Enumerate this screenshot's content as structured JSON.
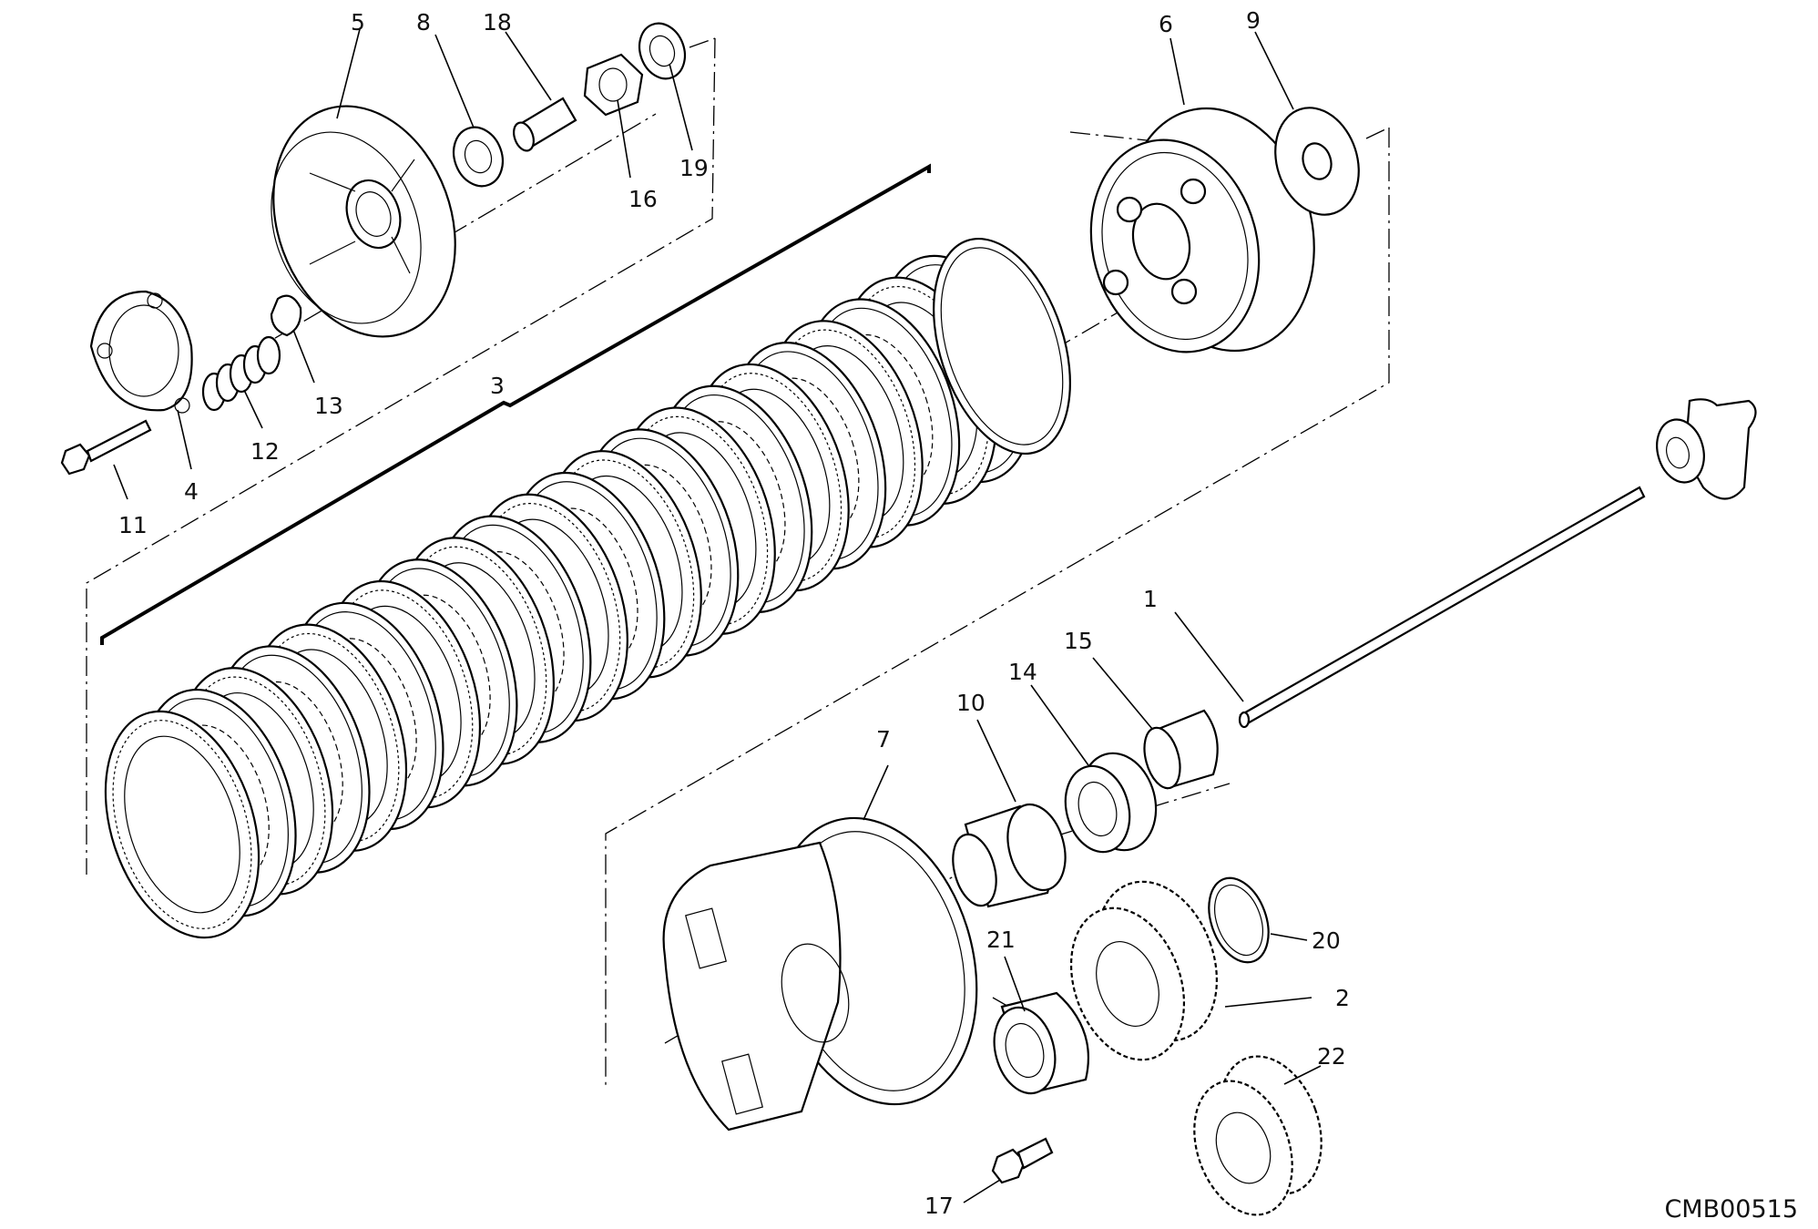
{
  "callouts": [
    "1",
    "2",
    "3",
    "4",
    "5",
    "6",
    "7",
    "8",
    "9",
    "10",
    "11",
    "12",
    "13",
    "14",
    "15",
    "16",
    "17",
    "18",
    "19",
    "20",
    "21",
    "22"
  ],
  "drawing_code": "CMB00515"
}
